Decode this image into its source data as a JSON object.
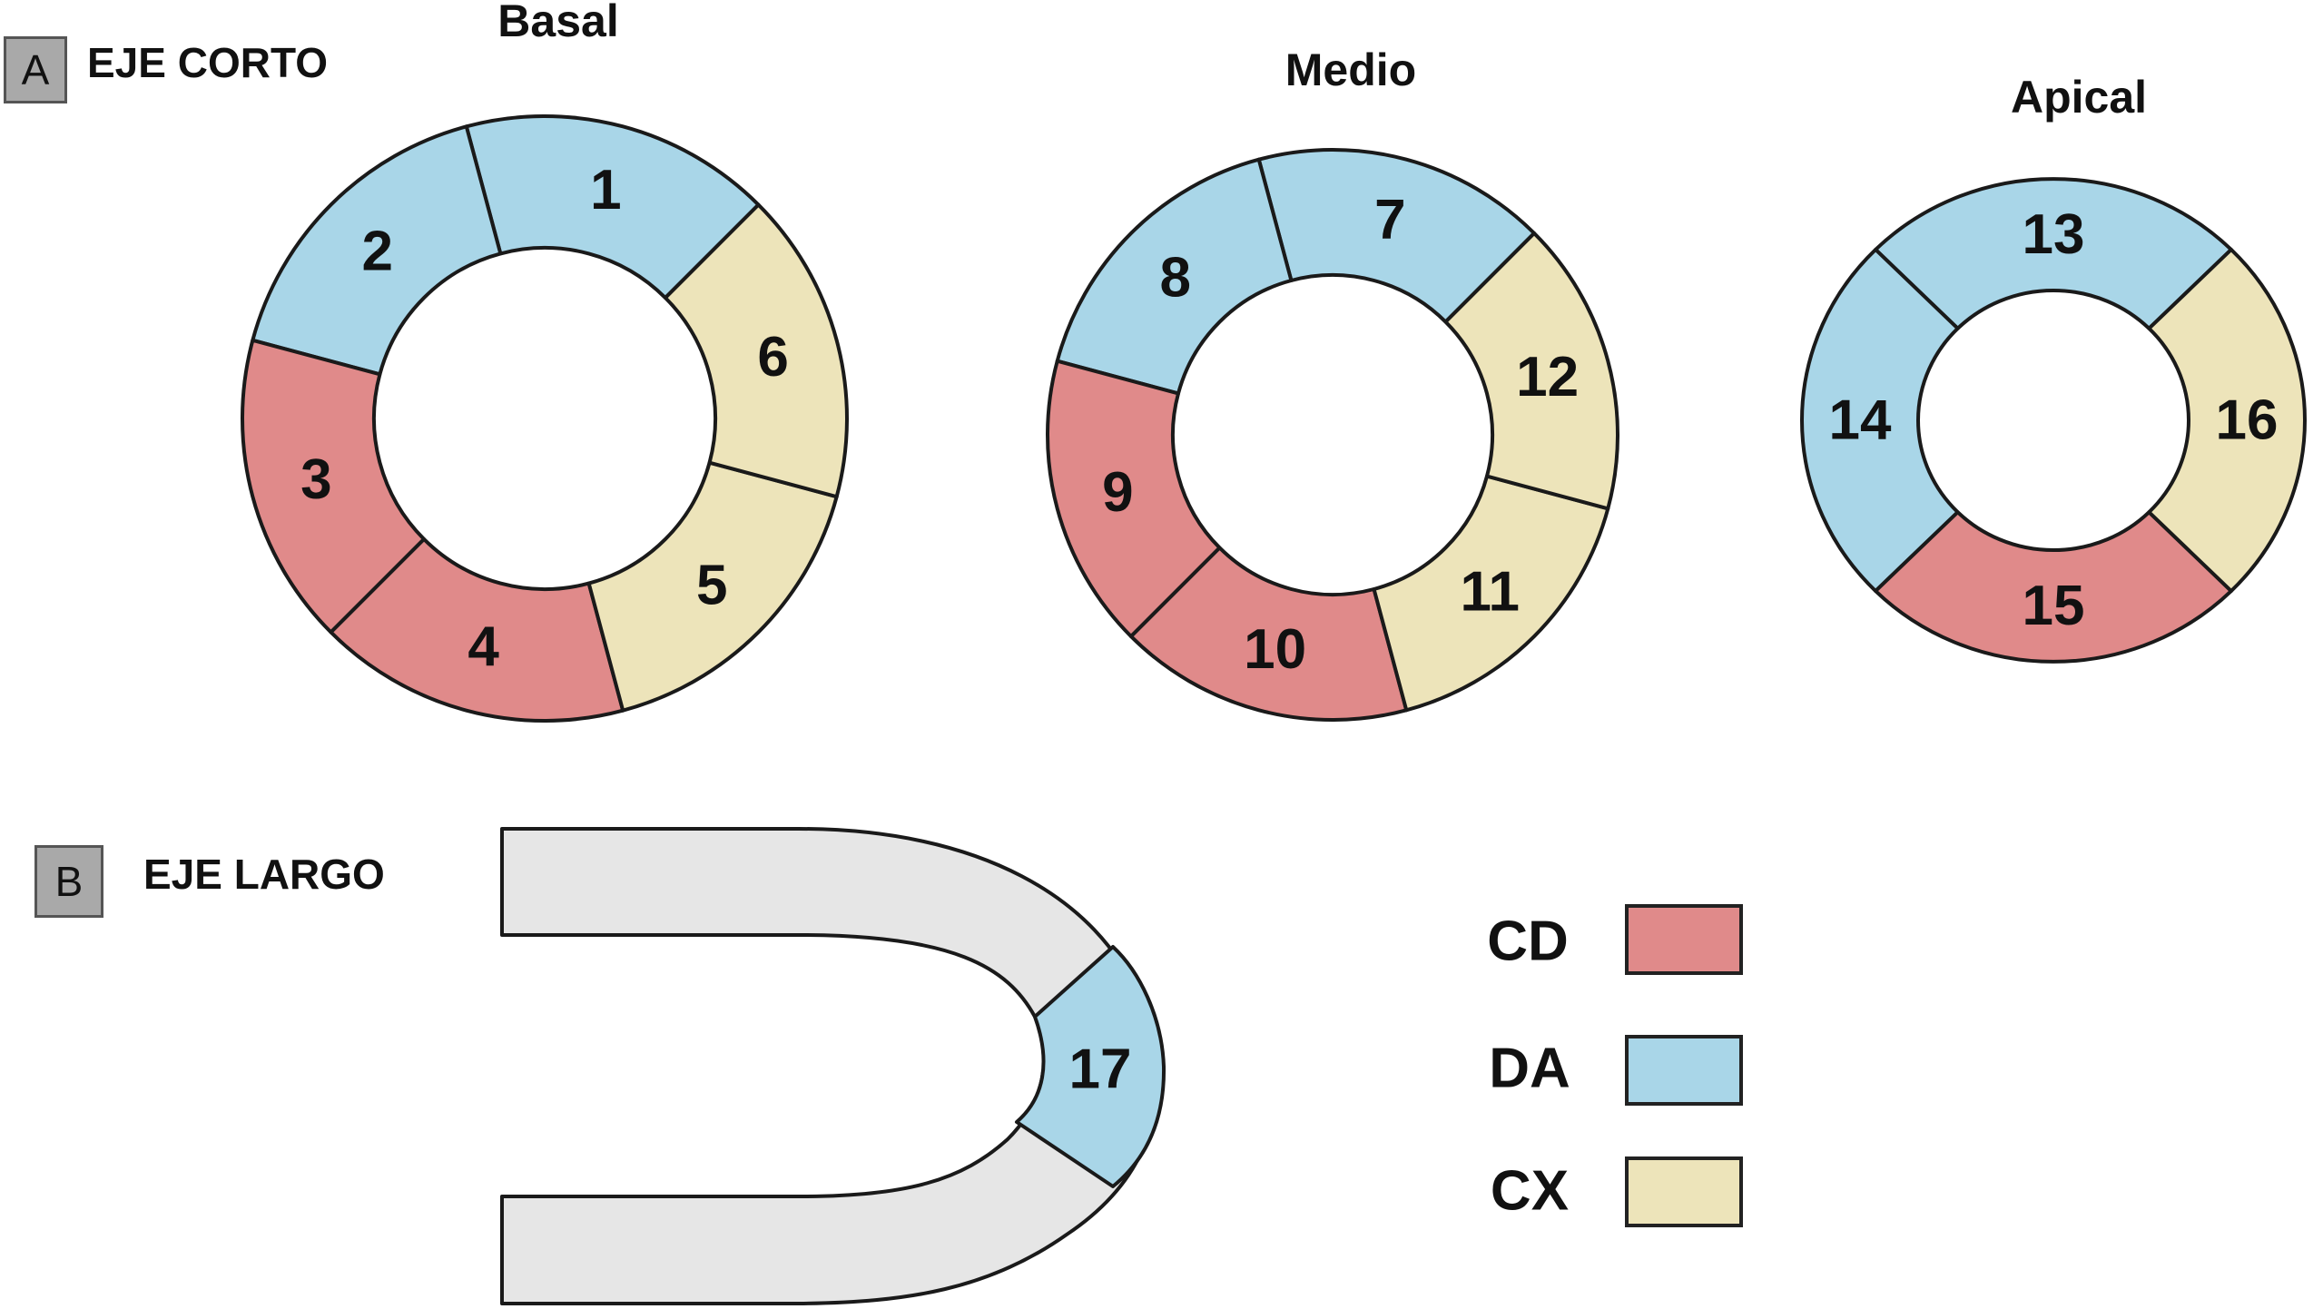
{
  "colors": {
    "CD": "#e08a8a",
    "DA": "#a9d6e8",
    "CX": "#ede4ba",
    "apex": "#e6e6e6",
    "stroke": "#1a1a1a"
  },
  "panel_a": {
    "letter": "A",
    "title": "EJE CORTO",
    "rings": [
      {
        "title": "Basal",
        "segments": [
          {
            "label": "1",
            "artery": "DA"
          },
          {
            "label": "2",
            "artery": "DA"
          },
          {
            "label": "3",
            "artery": "CD"
          },
          {
            "label": "4",
            "artery": "CD"
          },
          {
            "label": "5",
            "artery": "CX"
          },
          {
            "label": "6",
            "artery": "CX"
          }
        ]
      },
      {
        "title": "Medio",
        "segments": [
          {
            "label": "7",
            "artery": "DA"
          },
          {
            "label": "8",
            "artery": "DA"
          },
          {
            "label": "9",
            "artery": "CD"
          },
          {
            "label": "10",
            "artery": "CD"
          },
          {
            "label": "11",
            "artery": "CX"
          },
          {
            "label": "12",
            "artery": "CX"
          }
        ]
      },
      {
        "title": "Apical",
        "segments": [
          {
            "label": "13",
            "artery": "DA"
          },
          {
            "label": "14",
            "artery": "DA"
          },
          {
            "label": "15",
            "artery": "CD"
          },
          {
            "label": "16",
            "artery": "CX"
          }
        ]
      }
    ]
  },
  "panel_b": {
    "letter": "B",
    "title": "EJE LARGO",
    "apex_segment": {
      "label": "17",
      "artery": "DA"
    }
  },
  "legend": [
    {
      "label": "CD",
      "color": "#e08a8a"
    },
    {
      "label": "DA",
      "color": "#a9d6e8"
    },
    {
      "label": "CX",
      "color": "#ede4ba"
    }
  ]
}
